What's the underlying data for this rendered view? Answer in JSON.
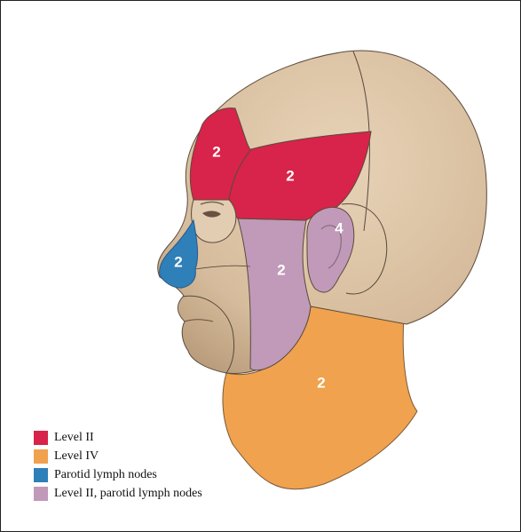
{
  "colors": {
    "skin": "#dcc3a4",
    "skin_shadow": "#b89c7c",
    "outline": "#5a4a3c",
    "level_ii": "#d8234a",
    "level_iv": "#f0a24e",
    "parotid": "#2f7fb8",
    "level_ii_parotid": "#c09ab8"
  },
  "regions": {
    "forehead": {
      "label": "2",
      "color_key": "level_ii"
    },
    "temple": {
      "label": "2",
      "color_key": "level_ii"
    },
    "nose": {
      "label": "2",
      "color_key": "parotid"
    },
    "cheek": {
      "label": "2",
      "color_key": "level_ii_parotid"
    },
    "ear": {
      "label": "4",
      "color_key": "level_ii_parotid"
    },
    "neck": {
      "label": "2",
      "color_key": "level_iv"
    }
  },
  "legend": [
    {
      "label": "Level II",
      "color_key": "level_ii"
    },
    {
      "label": "Level IV",
      "color_key": "level_iv"
    },
    {
      "label": "Parotid lymph nodes",
      "color_key": "parotid"
    },
    {
      "label": "Level II, parotid lymph nodes",
      "color_key": "level_ii_parotid"
    }
  ]
}
